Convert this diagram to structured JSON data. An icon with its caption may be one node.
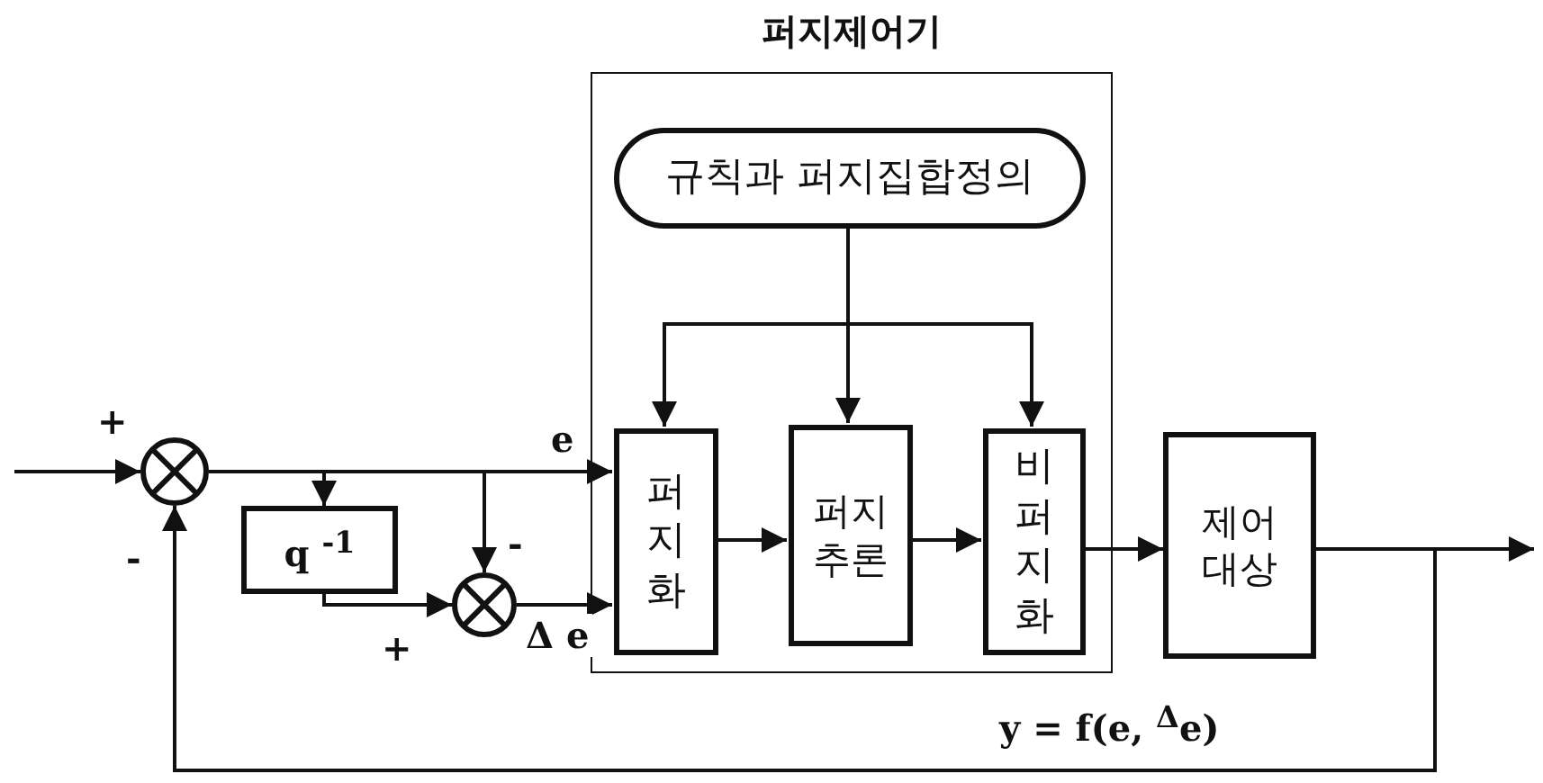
{
  "diagram": {
    "nodes": [
      {
        "text": [
          "퍼지제어기"
        ]
      },
      {
        "text": [
          "규칙과 퍼지집합정의"
        ],
        "in": 0
      },
      {
        "text": [],
        "shape": "circle"
      },
      {
        "text": [
          "q $^{-1}$"
        ]
      },
      {
        "text": [],
        "shape": "circle"
      },
      {
        "text": [
          "퍼지화"
        ],
        "in": 0
      },
      {
        "text": [
          "퍼지 추론"
        ],
        "in": 0
      },
      {
        "text": [
          "비퍼지화"
        ],
        "in": 0
      },
      {
        "text": [
          "제어 대상"
        ]
      }
    ],
    "edges": [
      {
        "from": null,
        "to": 2,
        "arrow": "to"
      },
      {
        "from": 2,
        "to": 5,
        "arrow": "to",
        "label": "e"
      },
      {
        "from": 2,
        "to": 3,
        "arrow": "to"
      },
      {
        "from": 2,
        "to": 4,
        "arrow": "to"
      },
      {
        "from": 3,
        "to": 4,
        "arrow": "to"
      },
      {
        "from": 4,
        "to": 5,
        "arrow": "to",
        "label": "Δ e"
      },
      {
        "from": 1,
        "to": 5,
        "arrow": "to"
      },
      {
        "from": 1,
        "to": 6,
        "arrow": "to"
      },
      {
        "from": 1,
        "to": 7,
        "arrow": "to"
      },
      {
        "from": 5,
        "to": 6,
        "arrow": "to"
      },
      {
        "from": 6,
        "to": 7,
        "arrow": "to"
      },
      {
        "from": 7,
        "to": 8,
        "arrow": "to"
      },
      {
        "from": 8,
        "to": null,
        "arrow": "to"
      },
      {
        "from": 8,
        "to": 2,
        "arrow": "to"
      }
    ],
    "labels": [
      "+",
      "-",
      "-",
      "+",
      "y  =  f(e, $^{Δ}$e)"
    ]
  }
}
